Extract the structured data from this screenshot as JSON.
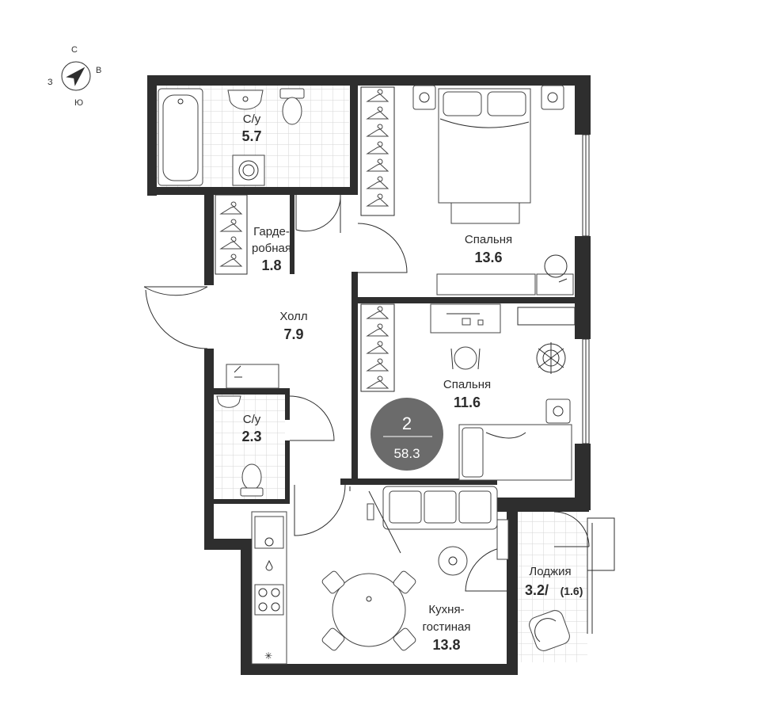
{
  "compass": {
    "north": "С",
    "east": "В",
    "south": "Ю",
    "west": "З"
  },
  "rooms": {
    "bathroom_large": {
      "name": "С/у",
      "area": "5.7"
    },
    "wardrobe": {
      "name_line1": "Гарде-",
      "name_line2": "робная",
      "area": "1.8"
    },
    "bedroom_1": {
      "name": "Спальня",
      "area": "13.6"
    },
    "hall": {
      "name": "Холл",
      "area": "7.9"
    },
    "bedroom_2": {
      "name": "Спальня",
      "area": "11.6"
    },
    "bathroom_small": {
      "name": "С/у",
      "area": "2.3"
    },
    "kitchen_living": {
      "name_line1": "Кухня-",
      "name_line2": "гостиная",
      "area": "13.8"
    },
    "loggia": {
      "name": "Лоджия",
      "area": "3.2/",
      "area_reduced": "(1.6)"
    }
  },
  "summary_badge": {
    "rooms_count": "2",
    "total_area": "58.3",
    "color": "#6b6b6b"
  },
  "colors": {
    "wall": "#2e2e2e",
    "tile_grid": "#d6d6d6",
    "background": "#ffffff"
  }
}
